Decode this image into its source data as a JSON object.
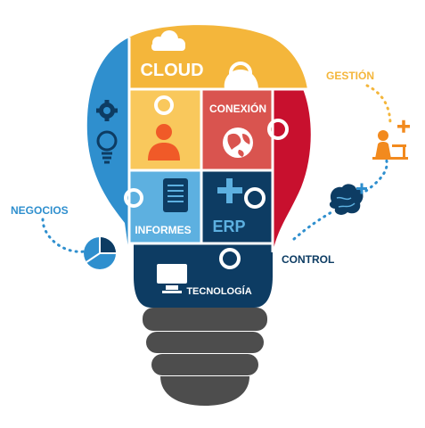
{
  "labels": {
    "cloud": "CLOUD",
    "conexion": "CONEXIÓN",
    "informes": "INFORMES",
    "erp": "ERP",
    "tecnologia": "TECNOLOGÍA",
    "gestion": "GESTIÓN",
    "negocios": "NEGOCIOS",
    "control": "CONTROL"
  },
  "colors": {
    "blue": "#2f8fce",
    "yellow": "#f4b63b",
    "light_yellow": "#f9c85c",
    "red_pink": "#d9544f",
    "dark_red": "#c8102e",
    "light_blue": "#5db0e0",
    "navy": "#0d3c63",
    "orange": "#f28a1e",
    "base_gray": "#4d4d4d"
  },
  "icons": [
    "cloud-icon",
    "gear-icon",
    "bulb-icon",
    "person-icon",
    "globe-icon",
    "document-icon",
    "plus-icon",
    "computer-icon",
    "pie-chart-icon",
    "brain-icon",
    "worker-icon"
  ]
}
